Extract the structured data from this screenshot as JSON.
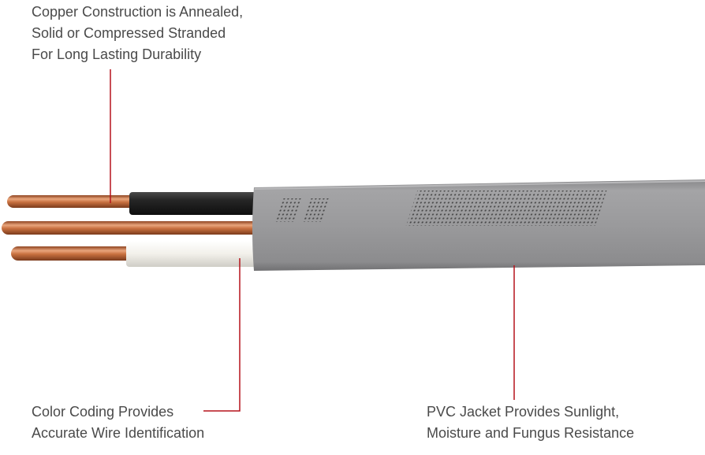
{
  "callouts": {
    "copper": {
      "lines": [
        "Copper Construction is Annealed,",
        "Solid or Compressed Stranded",
        "For Long Lasting Durability"
      ]
    },
    "color_coding": {
      "lines": [
        "Color Coding Provides",
        "Accurate Wire Identification"
      ]
    },
    "jacket": {
      "lines": [
        "PVC Jacket Provides Sunlight,",
        "Moisture and Fungus Resistance"
      ]
    }
  },
  "colors": {
    "leader_line": "#b5121b",
    "jacket": "#9a9a9c",
    "copper": "#c96f3f",
    "black_insulation": "#2a2a2a",
    "white_insulation": "#f1efe8",
    "text": "#4a4a4a",
    "background": "#ffffff"
  }
}
